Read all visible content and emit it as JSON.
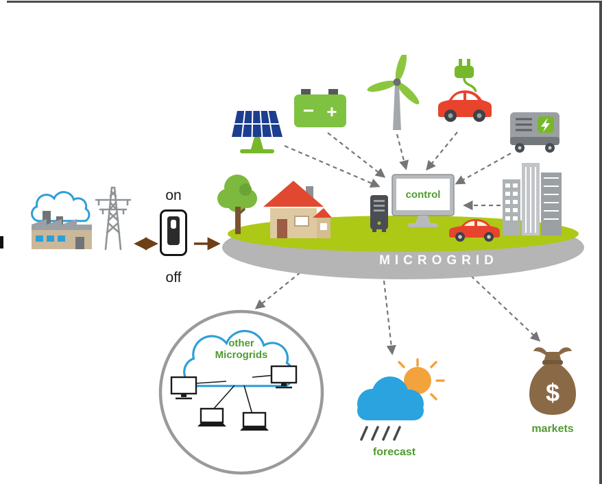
{
  "labels": {
    "on": "on",
    "off": "off",
    "control": "control",
    "microgrid": "MICROGRID",
    "other_line1": "other",
    "other_line2": "Microgrids",
    "forecast": "forecast",
    "markets": "markets"
  },
  "symbols": {
    "battery_minus": "−",
    "battery_plus": "+",
    "dollar": "$"
  },
  "colors": {
    "label_green": "#4e9c2e",
    "icon_green": "#7cb93e",
    "accent_green": "#76b82a",
    "platform_top_green": "#aec816",
    "platform_side_gray": "#b5b5b5",
    "red": "#e8432d",
    "sky_blue": "#2aa3de",
    "dark_blue": "#1c3e8f",
    "sun_orange": "#f2a33c",
    "bag_brown": "#8a6a46",
    "arrow_brown": "#6d3f16",
    "arrow_gray": "#757575"
  },
  "icons": {
    "factory-icon": "factory with smoke cloud (main utility grid)",
    "transmission-tower-icon": "power transmission tower",
    "switch-icon": "grid connect on/off switch",
    "solar-panel-icon": "solar PV panel",
    "battery-icon": "battery storage",
    "wind-turbine-icon": "wind turbine",
    "ev-charging-icon": "electric car with charging plug",
    "generator-icon": "backup generator with lightning badge",
    "tree-icon": "tree on microgrid",
    "house-icon": "house on microgrid",
    "server-icon": "control server tower",
    "monitor-icon": "control computer monitor",
    "car-icon": "red car on microgrid",
    "buildings-icon": "commercial buildings",
    "cloud-network-icon": "other microgrids cloud network",
    "weather-icon": "weather forecast sun cloud rain",
    "money-bag-icon": "energy markets money bag"
  }
}
